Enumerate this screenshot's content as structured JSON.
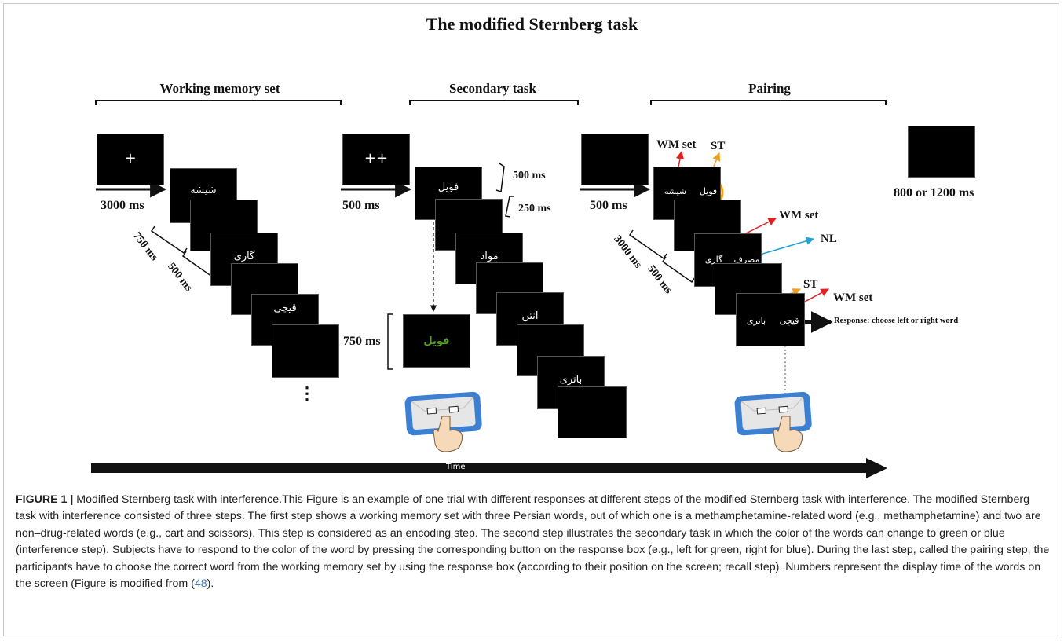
{
  "title": "The modified Sternberg task",
  "sections": {
    "wm": "Working memory set",
    "st": "Secondary task",
    "pair": "Pairing"
  },
  "wm_panel": {
    "fixation": "+",
    "fix_time": "3000 ms",
    "words": [
      "شیشه",
      "گاری",
      "قیچی"
    ],
    "t1": "750 ms",
    "t2": "500 ms",
    "ellipsis": "⋮"
  },
  "st_panel": {
    "fixation": "++",
    "fix_time": "500 ms",
    "words": [
      "فویل",
      "مواد",
      "آنتن",
      "باتری"
    ],
    "green_word": "فویل",
    "t_top1": "500 ms",
    "t_top2": "250 ms",
    "t_green": "750 ms"
  },
  "pair_panel": {
    "fix_time": "500 ms",
    "t1": "3000 ms",
    "t2": "500 ms",
    "pairs": [
      {
        "left": "شیشه",
        "right": "فویل"
      },
      {
        "left": "گاری",
        "right": "مصرف"
      },
      {
        "left": "باتری",
        "right": "قیچی"
      }
    ],
    "tags": {
      "wm1": "WM set",
      "st1": "ST",
      "wm2": "WM set",
      "nl": "NL",
      "st2": "ST",
      "wm3": "WM set"
    },
    "response": "Response: choose left or right word",
    "final_time": "800 or 1200 ms"
  },
  "timeline": "Time",
  "caption": {
    "label": "FIGURE 1 |",
    "text": " Modified Sternberg task with interference.This Figure is an example of one trial with different responses at different steps of the modified Sternberg task with interference. The modified Sternberg task with interference consisted of three steps. The first step shows a working memory set with three Persian words, out of which one is a methamphetamine-related word (e.g., methamphetamine) and two are non–drug-related words (e.g., cart and scissors). This step is considered as an encoding step. The second step illustrates the secondary task in which the color of the words can change to green or blue (interference step). Subjects have to respond to the color of the word by pressing the corresponding button on the response box (e.g., left for green, right for blue). During the last step, called the pairing step, the participants have to choose the correct word from the working memory set by using the response box (according to their position on the screen; recall step). Numbers represent the display time of the words on the screen (Figure is modified from (",
    "ref": "48",
    "end": ")."
  },
  "colors": {
    "red": "#e02020",
    "orange": "#f0a020",
    "blue": "#22a0d8",
    "green": "#5aa02a",
    "tablet": "#3d7fd0"
  }
}
